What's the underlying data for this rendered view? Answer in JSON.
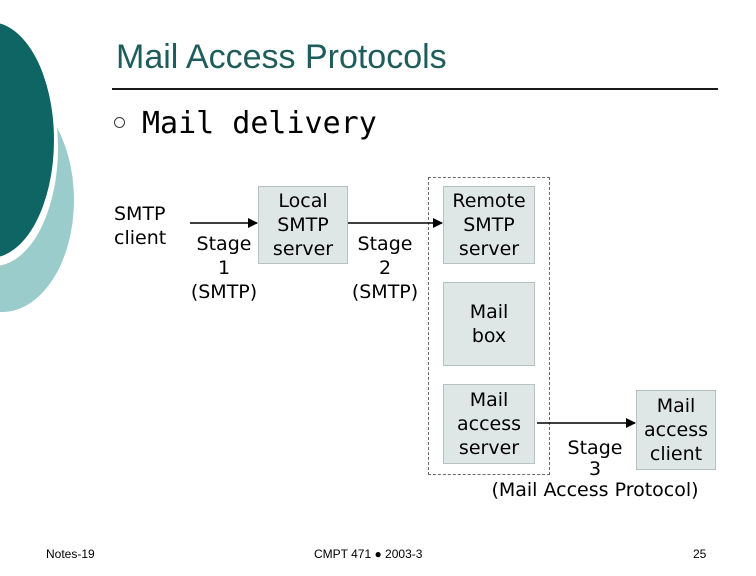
{
  "slide": {
    "title": "Mail Access Protocols",
    "bullet": "Mail delivery"
  },
  "diagram": {
    "smtp_client": "SMTP\nclient",
    "local_smtp_server": "Local\nSMTP\nserver",
    "remote_smtp_server": "Remote\nSMTP\nserver",
    "mail_box": "Mail\nbox",
    "mail_access_server": "Mail\naccess\nserver",
    "mail_access_client": "Mail\naccess\nclient",
    "stage1": "Stage\n1\n(SMTP)",
    "stage2": "Stage\n2\n(SMTP)",
    "stage3": "Stage\n3\n(Mail Access Protocol)"
  },
  "footer": {
    "left": "Notes-19",
    "center": "CMPT 471 ● 2003-3",
    "right": "25"
  },
  "colors": {
    "title": "#1f5c5c",
    "sidebar_dark": "#0f6464",
    "sidebar_light": "#9bcccc",
    "box_fill": "#dfe6e6"
  }
}
